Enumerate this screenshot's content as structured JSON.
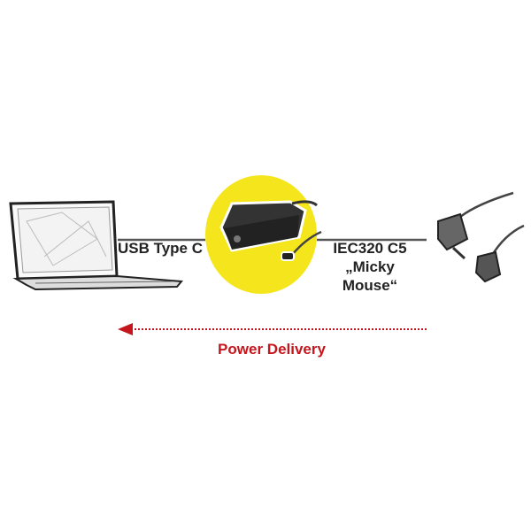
{
  "labels": {
    "laptop_link": "USB Type C",
    "mains_link_line1": "IEC320 C5",
    "mains_link_line2": "„Micky",
    "mains_link_line3": "Mouse“",
    "flow": "Power Delivery"
  },
  "colors": {
    "highlight": "#f5e51c",
    "flow": "#c4161c",
    "line": "#555555"
  }
}
